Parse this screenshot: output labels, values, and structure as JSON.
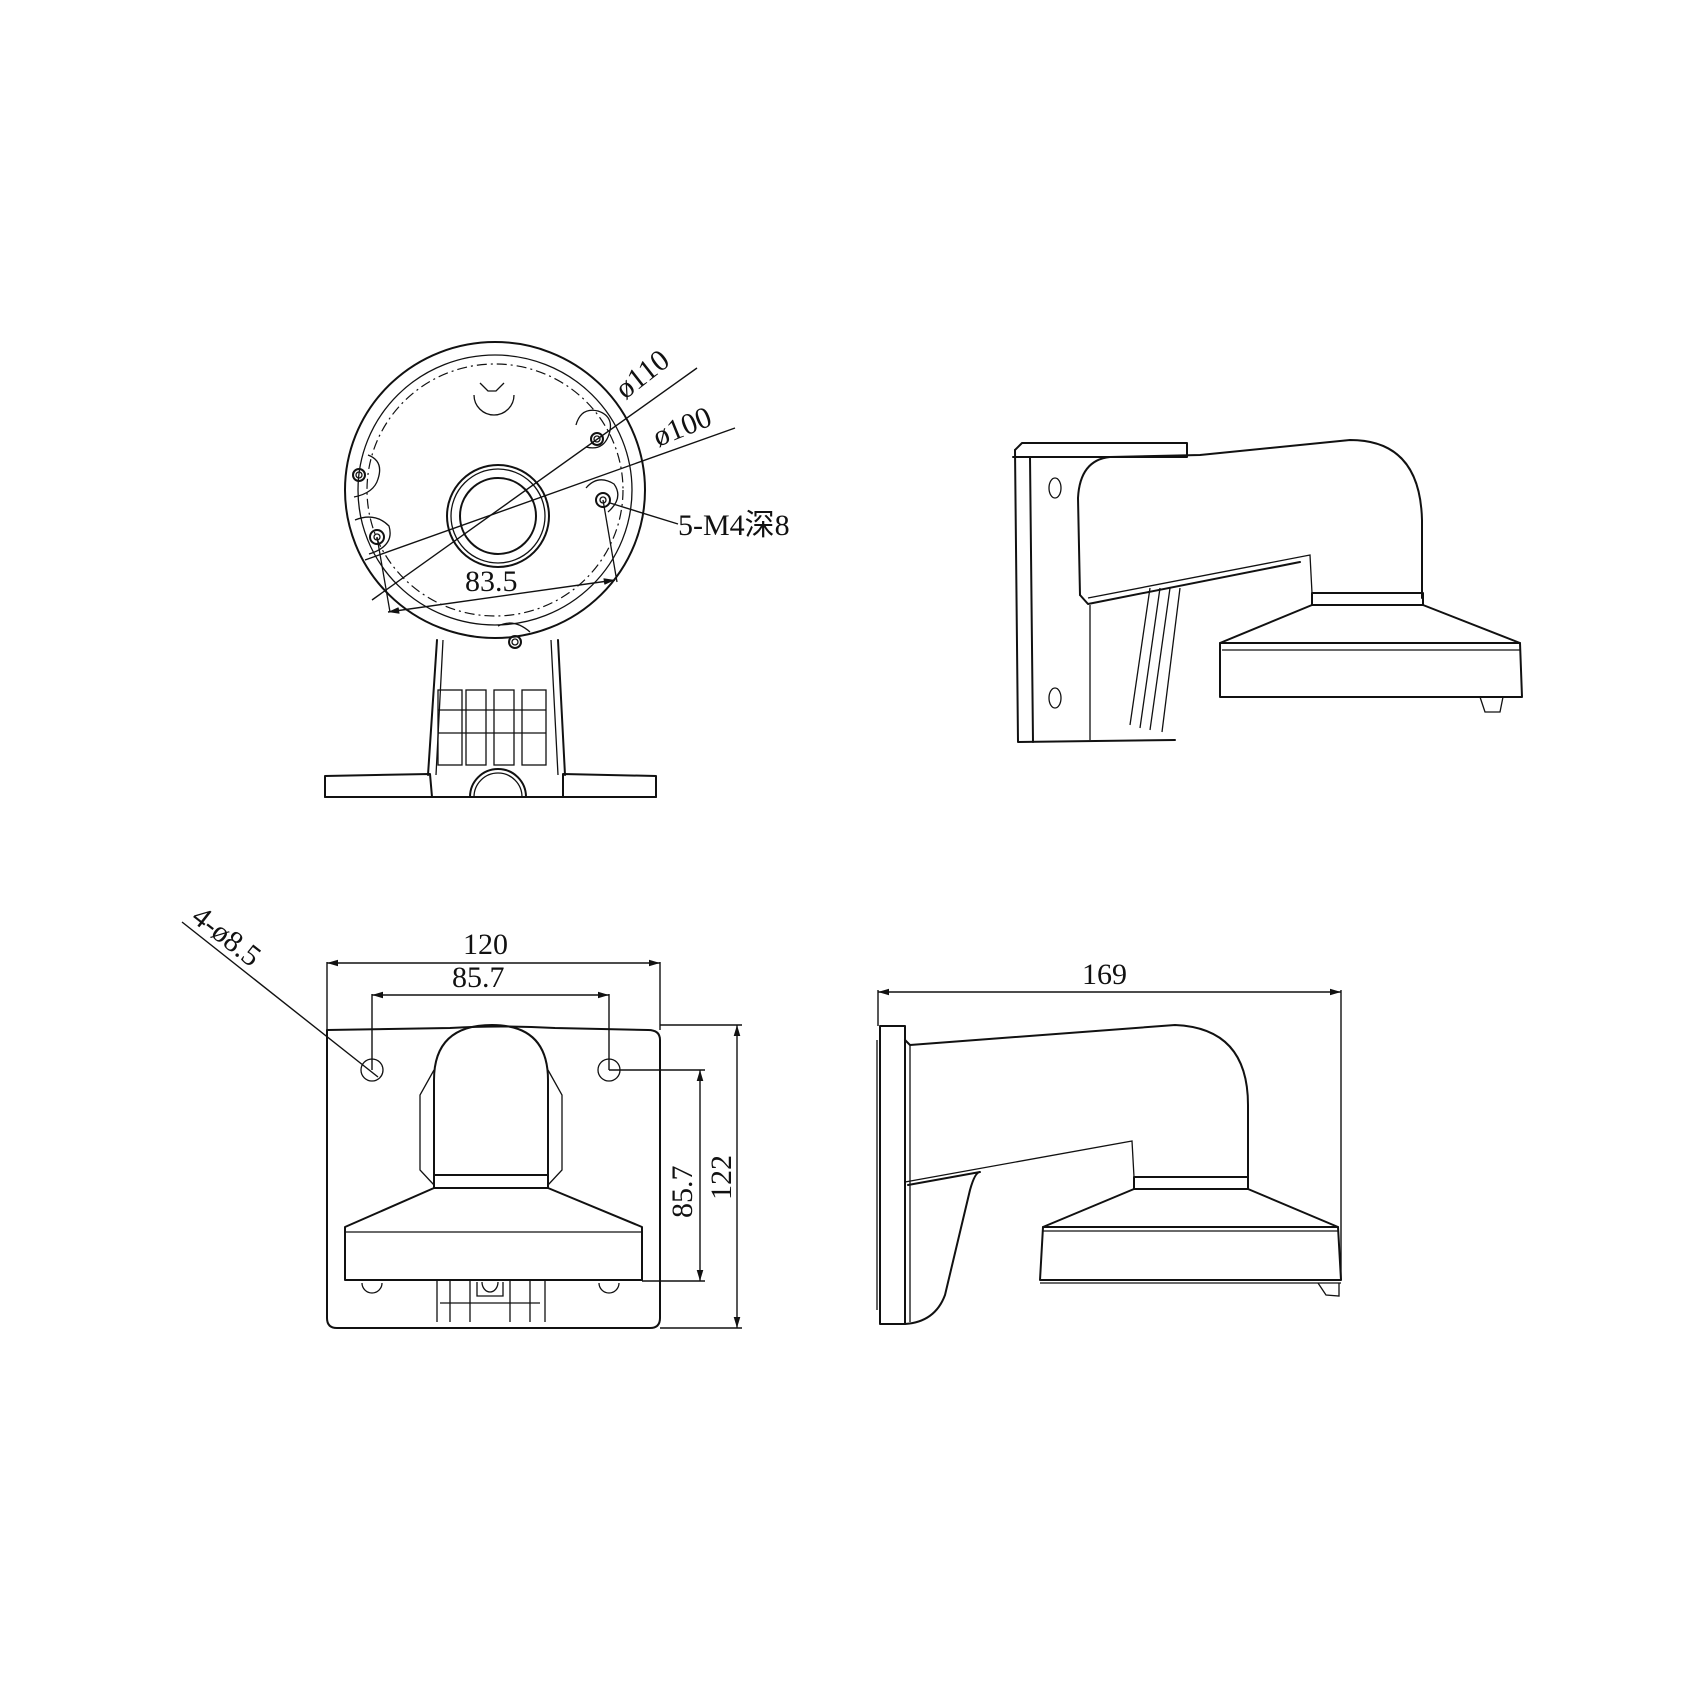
{
  "drawing": {
    "type": "technical-dimension-drawing",
    "subject": "wall mount bracket",
    "units": "mm",
    "colors": {
      "line": "#111111",
      "background": "#ffffff"
    }
  },
  "views": {
    "top_view": {
      "labels": {
        "outer_diameter": "ø110",
        "inner_diameter": "ø100",
        "hole_spacing": "83.5",
        "screw_spec": "5-M4深8"
      }
    },
    "iso_view": {
      "labels": {}
    },
    "front_view": {
      "labels": {
        "mount_holes": "4-ø8.5",
        "overall_width": "120",
        "hole_spacing_h": "85.7",
        "hole_spacing_v": "85.7",
        "overall_height": "122"
      }
    },
    "side_view": {
      "labels": {
        "overall_depth": "169"
      }
    }
  }
}
